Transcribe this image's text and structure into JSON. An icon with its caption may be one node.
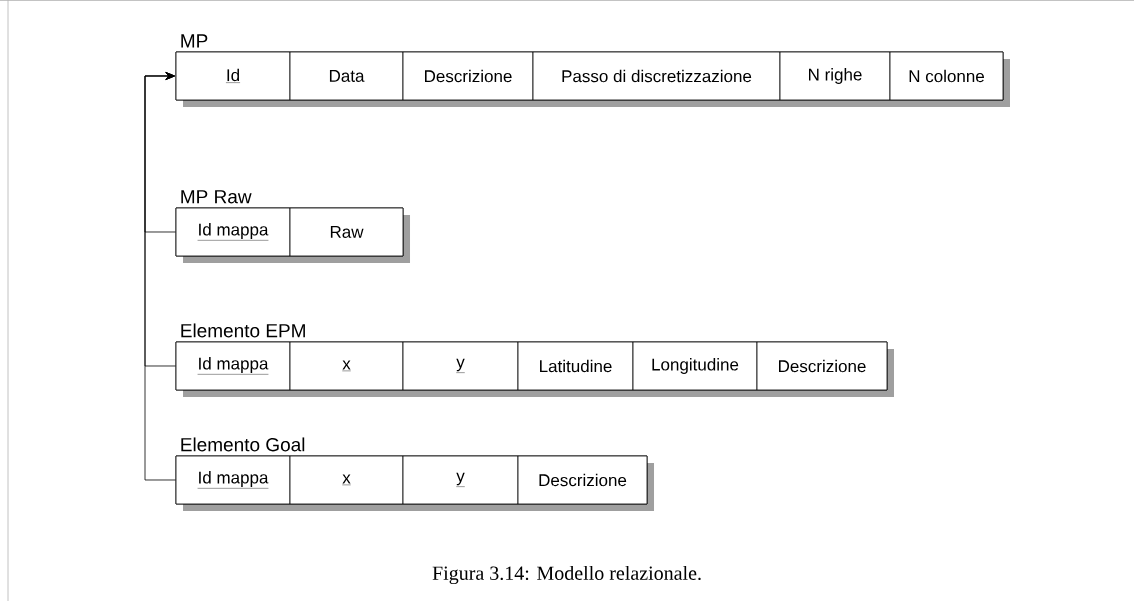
{
  "diagram": {
    "caption": "Figura 3.14: Modello relazionale.",
    "nodes": [
      {
        "text": [
          "MP"
        ]
      },
      {
        "text": [
          "Id"
        ],
        "in": 0
      },
      {
        "text": [
          "Data"
        ],
        "in": 0
      },
      {
        "text": [
          "Descrizione"
        ],
        "in": 0
      },
      {
        "text": [
          "Passo di discretizzazione"
        ],
        "in": 0
      },
      {
        "text": [
          "N righe"
        ],
        "in": 0
      },
      {
        "text": [
          "N colonne"
        ],
        "in": 0
      },
      {
        "text": [
          "MP Raw"
        ]
      },
      {
        "text": [
          "Id mappa"
        ],
        "in": 7
      },
      {
        "text": [
          "Raw"
        ],
        "in": 7
      },
      {
        "text": [
          "Elemento EPM"
        ]
      },
      {
        "text": [
          "Id mappa"
        ],
        "in": 10
      },
      {
        "text": [
          "x"
        ],
        "in": 10
      },
      {
        "text": [
          "y"
        ],
        "in": 10
      },
      {
        "text": [
          "Latitudine"
        ],
        "in": 10
      },
      {
        "text": [
          "Longitudine"
        ],
        "in": 10
      },
      {
        "text": [
          "Descrizione"
        ],
        "in": 10
      },
      {
        "text": [
          "Elemento Goal"
        ]
      },
      {
        "text": [
          "Id mappa"
        ],
        "in": 17
      },
      {
        "text": [
          "x"
        ],
        "in": 17
      },
      {
        "text": [
          "y"
        ],
        "in": 17
      },
      {
        "text": [
          "Descrizione"
        ],
        "in": 17
      }
    ],
    "edges": [
      {
        "from": 8,
        "to": 1,
        "arrow": "to"
      },
      {
        "from": 11,
        "to": 1,
        "arrow": "to"
      },
      {
        "from": 18,
        "to": 1,
        "arrow": "to"
      }
    ]
  }
}
